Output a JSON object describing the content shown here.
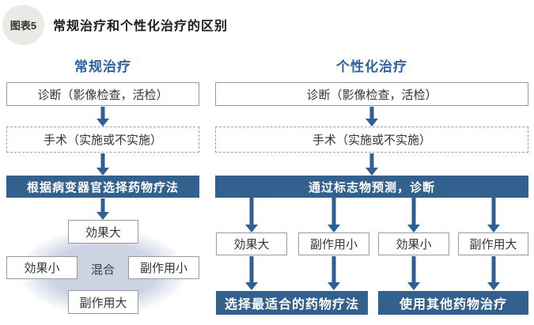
{
  "colors": {
    "accent": "#2e5f95",
    "dark_box": "#33618e",
    "title_blue": "#2c61a2",
    "box_border": "#9b9b9b",
    "dashed_border": "#a3a3a3",
    "ellipse_fill": "#ccd4e4",
    "badge_bg": "#e9e9e6",
    "text": "#333333"
  },
  "header": {
    "badge": "图表5",
    "title": "常规治疗和个性化治疗的区别"
  },
  "conventional": {
    "title": "常规治疗",
    "diagnosis": "诊断（影像检查，活检）",
    "surgery": "手术（实施或不实施）",
    "therapy_selection": "根据病变器官选择药物疗法",
    "outcome_top": "効果大",
    "outcome_left": "効果小",
    "outcome_center": "混合",
    "outcome_right": "副作用小",
    "outcome_bottom": "副作用大"
  },
  "personalized": {
    "title": "个性化治疗",
    "diagnosis": "诊断（影像检查，活检）",
    "surgery": "手术（实施或不实施）",
    "prediction": "通过标志物预测，诊断",
    "outcomes": [
      "効果大",
      "副作用小",
      "効果小",
      "副作用大"
    ],
    "result_best": "选择最适合的药物疗法",
    "result_other": "使用其他药物治疗"
  }
}
